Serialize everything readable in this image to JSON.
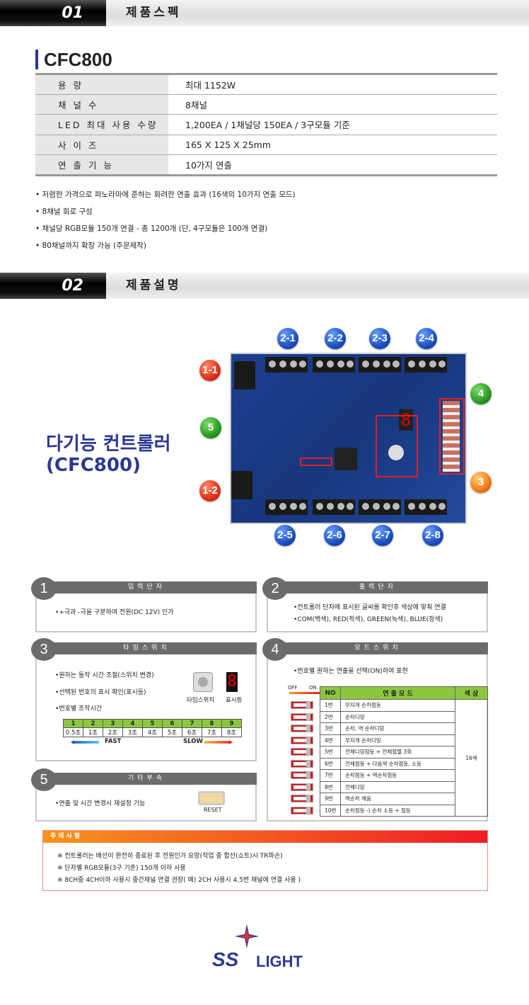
{
  "section1": {
    "num": "01",
    "title": "제품스펙"
  },
  "model": "CFC800",
  "specs": [
    {
      "label": "용 량",
      "value": "최대 1152W"
    },
    {
      "label": "채 널 수",
      "value": "8채널"
    },
    {
      "label": "LED 최대 사용 수량",
      "value": "1,200EA / 1채널당 150EA / 3구모듈 기준"
    },
    {
      "label": "사 이 즈",
      "value": "165 X 125 X 25mm"
    },
    {
      "label": "연 출 기 능",
      "value": "10가지 연출"
    }
  ],
  "features": [
    "저렴한 가격으로 파노라마에 준하는 화려한 연출 효과 (16색의 10가지 연출 모드)",
    "8채널 회로 구성",
    "채널당 RGB모듈 150개 연결 - 총 1200개 (단, 4구모듈은 100개 연결)",
    "80채널까지 확장 가능 (주문제작)"
  ],
  "section2": {
    "num": "02",
    "title": "제품설명"
  },
  "product_title": {
    "line1": "다기능 컨트롤러",
    "line2": "(CFC800)"
  },
  "badges": {
    "b1_1": "1-1",
    "b1_2": "1-2",
    "b2_1": "2-1",
    "b2_2": "2-2",
    "b2_3": "2-3",
    "b2_4": "2-4",
    "b2_5": "2-5",
    "b2_6": "2-6",
    "b2_7": "2-7",
    "b2_8": "2-8",
    "b3": "3",
    "b4": "4",
    "b5": "5"
  },
  "panels": {
    "p1": {
      "num": "1",
      "title": "입력단자",
      "lines": [
        "+극과 -극을 구분하여 전원(DC 12V) 인가"
      ]
    },
    "p2": {
      "num": "2",
      "title": "출력단자",
      "lines": [
        "컨트롤러 단자에 표시된 글씨를 확인후 색상에 맞춰 연결",
        "COM(백색), RED(적색), GREEN(녹색), BLUE(청색)"
      ]
    },
    "p3": {
      "num": "3",
      "title": "타임스위치",
      "lines": [
        "원하는 동작 시간 조절(스위치 변경)",
        "선택된 번호의 표시 확인(표시등)",
        "번호별 조작시간"
      ],
      "switch_label": "타임스위치",
      "display_label": "표시등",
      "numbers": [
        "1",
        "2",
        "3",
        "4",
        "5",
        "6",
        "7",
        "8",
        "9"
      ],
      "times": [
        "0.5초",
        "1초",
        "2초",
        "3초",
        "4초",
        "5초",
        "6초",
        "7초",
        "8초"
      ],
      "fast": "FAST",
      "slow": "SLOW"
    },
    "p4": {
      "num": "4",
      "title": "모드스위치",
      "lines": [
        "번호별 원하는 연출을 선택(ON)하여 표현"
      ],
      "off": "OFF",
      "on": "ON",
      "headers": [
        "NO",
        "연 출 모 드",
        "색 상"
      ],
      "color": "16색",
      "modes": [
        {
          "no": "1번",
          "mode": "무지개 순차점등"
        },
        {
          "no": "2번",
          "mode": "순차디밍"
        },
        {
          "no": "3번",
          "mode": "순차, 역 순차디밍"
        },
        {
          "no": "4번",
          "mode": "무지개 순차디밍"
        },
        {
          "no": "5번",
          "mode": "전체디밍점등 + 전체점멸 3회"
        },
        {
          "no": "6번",
          "mode": "전체점등 + 다음색 순차점등, 소등"
        },
        {
          "no": "7번",
          "mode": "순차점등 + 역순차점등"
        },
        {
          "no": "8번",
          "mode": "전체디밍"
        },
        {
          "no": "9번",
          "mode": "역순차 채움"
        },
        {
          "no": "10번",
          "mode": "순차점등 -) 순차 소등 + 점등"
        }
      ]
    },
    "p5": {
      "num": "5",
      "title": "기타부속",
      "lines": [
        "연출 및 시간 변경시 재설정 기능"
      ],
      "reset": "RESET"
    }
  },
  "caution": {
    "title": "주의사항",
    "items": [
      "컨트롤러는 배선이 완전히 종료된 후 전원인가 요망(작업 중 합선(쇼트)시 TR파손)",
      "단자별 RGB모듈(3구 기준) 150개 이하 사용",
      "8CH중 4CH이하 사용시 중간채널 연결 권장( 예) 2CH 사용시 4,5번 채널에 연결 사용 )"
    ]
  },
  "logo": {
    "ss": "SS",
    "light": "LIGHT"
  }
}
